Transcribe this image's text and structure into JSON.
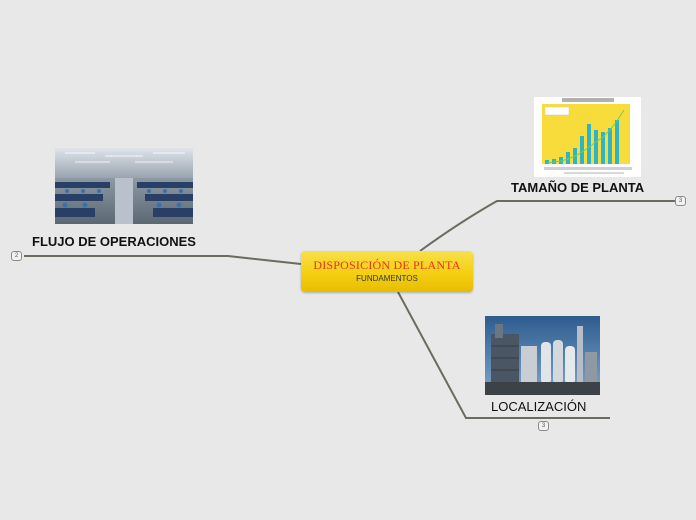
{
  "central": {
    "title": "DISPOSICIÓN DE PLANTA",
    "subtitle": "FUNDAMENTOS"
  },
  "branches": {
    "flujo": {
      "label": "FLUJO DE OPERACIONES",
      "badge": "2"
    },
    "tamano": {
      "label": "TAMAÑO DE PLANTA",
      "badge": "3"
    },
    "localizacion": {
      "label": "LOCALIZACIÓN",
      "badge": "3"
    }
  },
  "colors": {
    "background": "#e8e8e8",
    "central_fill": "#f4cf12",
    "central_title": "#e8321c",
    "connector": "#6b6b5e"
  }
}
